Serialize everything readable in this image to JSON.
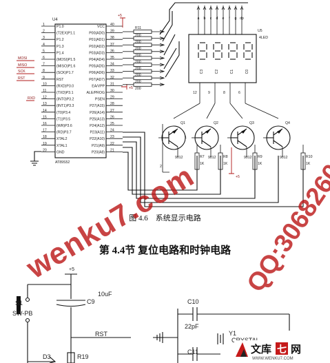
{
  "ic": {
    "ref": "U4",
    "part": "AT89S52",
    "left_pin_numbers": [
      "1",
      "2",
      "3",
      "4",
      "5",
      "6",
      "7",
      "8",
      "9",
      "10",
      "11",
      "12",
      "13",
      "14",
      "15",
      "16",
      "17",
      "18",
      "19",
      "20"
    ],
    "left_pin_names": [
      "P1.0",
      "(T2EX)P1.1",
      "P1.2",
      "P1.3",
      "P1.4",
      "(MOSI)P1.5",
      "(MISO)P1.6",
      "(SCK)P1.7",
      "RST",
      "(RXD)P3.0",
      "(TXD)P3.1",
      "(INT0)P3.2",
      "(INT1)P3.3",
      "(T0)P3.4",
      "(T1)P3.5",
      "(WR)P3.6",
      "(RD)P3.7",
      "XTAL2",
      "XTAL1",
      "GND"
    ],
    "right_pin_numbers": [
      "40",
      "39",
      "38",
      "37",
      "36",
      "35",
      "34",
      "33",
      "32",
      "31",
      "30",
      "29",
      "28",
      "27",
      "26",
      "25",
      "24",
      "23",
      "22",
      "21"
    ],
    "right_pin_names": [
      "VCC",
      "P00(AD0)",
      "P01(AD1)",
      "P02(AD2)",
      "P03(AD3)",
      "P04(AD4)",
      "P05(AD5)",
      "P06(AD6)",
      "P07(AD7)",
      "EA/VPP",
      "ALE/PROG",
      "PSEN",
      "P27(A15)",
      "P26(A14)",
      "P25(A13)",
      "P24(A12)",
      "P23(A11)",
      "P22(A10)",
      "P21(A9)",
      "P20(A8)"
    ]
  },
  "net_labels": {
    "mosi": "MOSI",
    "miso": "MISO",
    "sck": "SCK",
    "rst": "RST",
    "rxd": "RXD",
    "vcc_top": "+5",
    "vcc_ea": "+5",
    "vcc_transistors": "+5"
  },
  "resistor_pack": {
    "ref": "R11",
    "values": [
      "200",
      "200",
      "200",
      "200",
      "200",
      "200",
      "200",
      "200",
      "200"
    ]
  },
  "display": {
    "ref": "U5",
    "name": "4LED",
    "segments": [
      "a",
      "b",
      "c",
      "d",
      "e",
      "f",
      "g",
      "dp"
    ],
    "digits": [
      "C3",
      "C2",
      "C1",
      "C0"
    ],
    "digit_pins": [
      "12",
      "9",
      "8",
      "6"
    ]
  },
  "transistors": [
    {
      "ref": "Q1",
      "part": "9012",
      "pin1": "1",
      "pin2": "2"
    },
    {
      "ref": "Q2",
      "part": "9012"
    },
    {
      "ref": "Q3",
      "part": "9012"
    },
    {
      "ref": "Q4",
      "part": "9012"
    }
  ],
  "base_resistors": [
    {
      "ref": "R7",
      "value": "1K"
    },
    {
      "ref": "R8",
      "value": "1K"
    },
    {
      "ref": "R9",
      "value": "1K"
    },
    {
      "ref": "R10",
      "value": "1K"
    }
  ],
  "figure_caption": "图 4.6　系统显示电路",
  "section_heading": "第 4.4节  复位电路和时钟电路",
  "reset_circuit": {
    "vcc": "+5",
    "switch_ref": "S1",
    "switch_part": "SW-PB",
    "cap_ref": "C9",
    "cap_value": "10uF",
    "net": "RST",
    "diode_ref": "D3",
    "resistor_ref": "R19"
  },
  "clock_circuit": {
    "cap1_ref": "C10",
    "cap1_value": "22pF",
    "crystal_ref": "Y1",
    "crystal_part": "CRYSTAL",
    "cap2_ref": "C11"
  },
  "watermarks": {
    "site": "wenku7.com",
    "qq": "QQ:306826066"
  },
  "logo": {
    "cn": "文库",
    "mark": "七",
    "net": "网",
    "url": "WWW.WENKU7.COM"
  }
}
